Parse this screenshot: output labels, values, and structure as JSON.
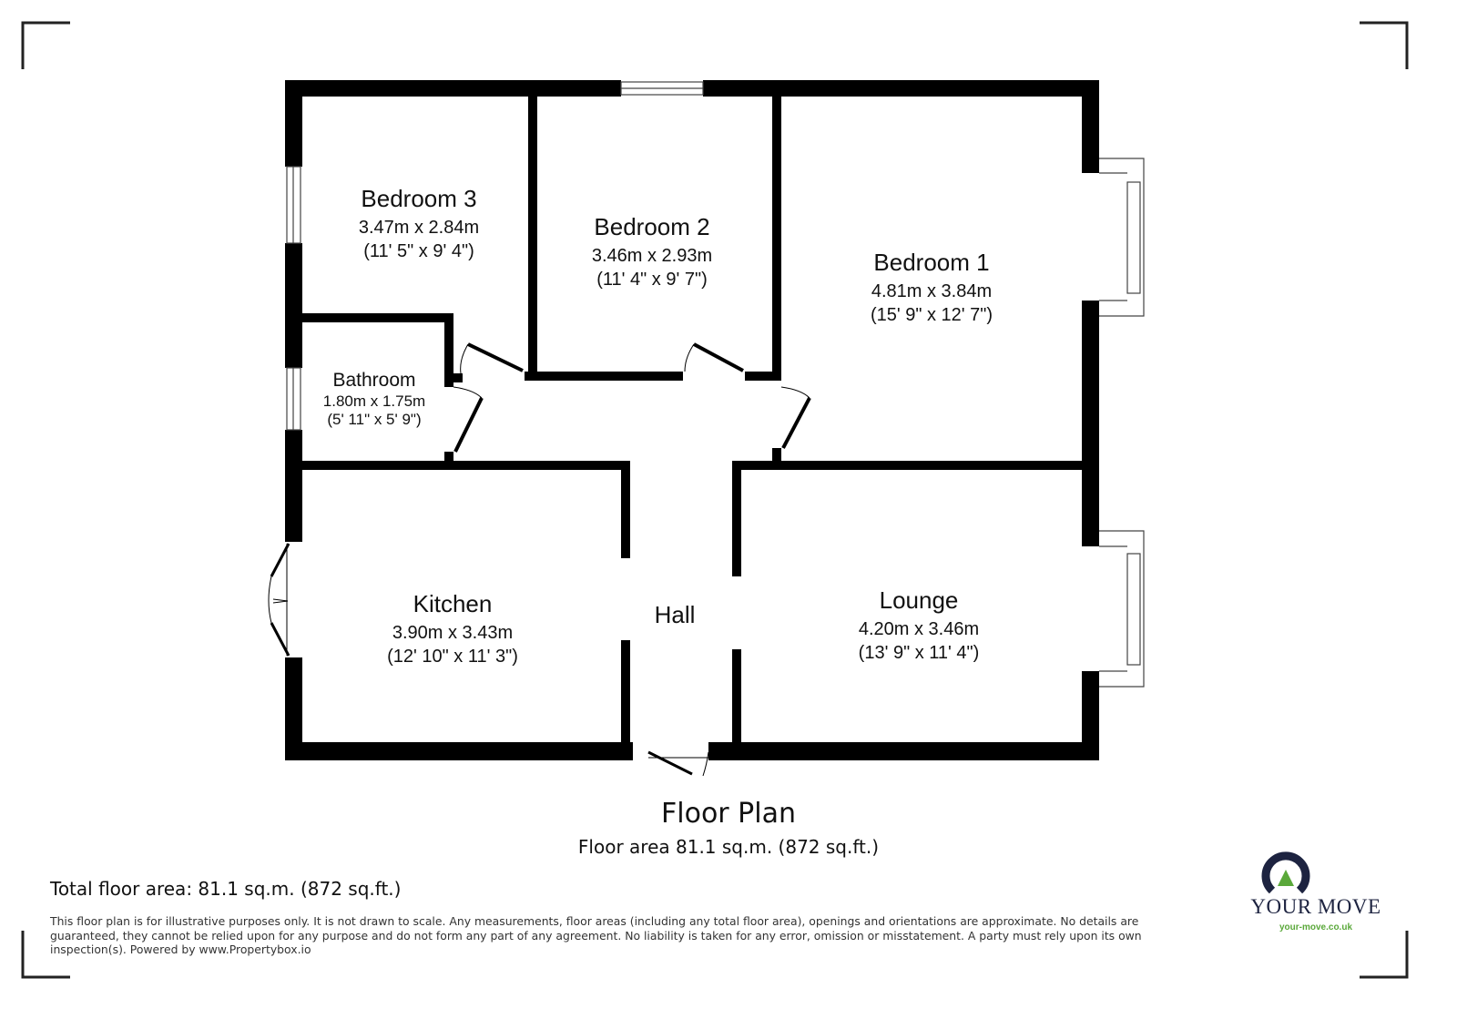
{
  "rooms": [
    {
      "name": "Bedroom 3",
      "metric": "3.47m x 2.84m",
      "imperial": "(11' 5\" x 9' 4\")"
    },
    {
      "name": "Bedroom 2",
      "metric": "3.46m x 2.93m",
      "imperial": "(11' 4\" x 9' 7\")"
    },
    {
      "name": "Bedroom 1",
      "metric": "4.81m x 3.84m",
      "imperial": "(15' 9\" x 12' 7\")"
    },
    {
      "name": "Bathroom",
      "metric": "1.80m x 1.75m",
      "imperial": "(5' 11\" x 5' 9\")"
    },
    {
      "name": "Kitchen",
      "metric": "3.90m x 3.43m",
      "imperial": "(12' 10\" x 11' 3\")"
    },
    {
      "name": "Hall"
    },
    {
      "name": "Lounge",
      "metric": "4.20m x 3.46m",
      "imperial": "(13' 9\" x 11' 4\")"
    }
  ],
  "title": "Floor Plan",
  "subtitle": "Floor area 81.1 sq.m. (872 sq.ft.)",
  "total": "Total floor area: 81.1 sq.m. (872 sq.ft.)",
  "disclaimer": "This floor plan is for illustrative purposes only. It is not drawn to scale. Any measurements, floor areas (including any total floor area), openings and orientations are approximate. No details are guaranteed, they cannot be relied upon for any purpose and do not form any part of any agreement. No liability is taken for any error, omission or misstatement. A party must rely upon its own inspection(s). Powered by www.Propertybox.io",
  "brand": {
    "name": "YOUR MOVE",
    "url": "your-move.co.uk",
    "navy": "#1d2340",
    "green": "#5aa83a"
  }
}
